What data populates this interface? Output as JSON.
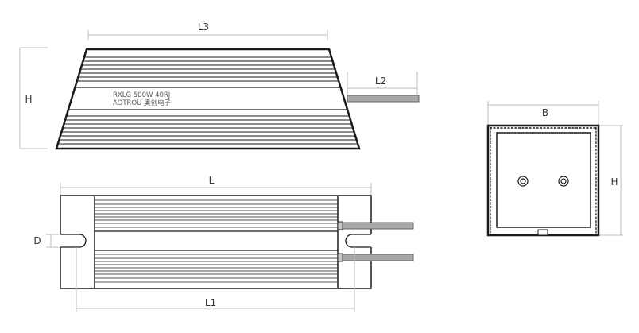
{
  "dimensions": {
    "l3": "L3",
    "l2": "L2",
    "h_left": "H",
    "l": "L",
    "d": "D",
    "l1": "L1",
    "b": "B",
    "h_right": "H"
  },
  "product_label": {
    "line1": "RXLG 500W 40RJ",
    "line2": "AOTROU 奥创电子"
  },
  "colors": {
    "outline": "#1a1a1a",
    "dimension": "#bbbbbb",
    "lead": "#a8a8a8"
  }
}
